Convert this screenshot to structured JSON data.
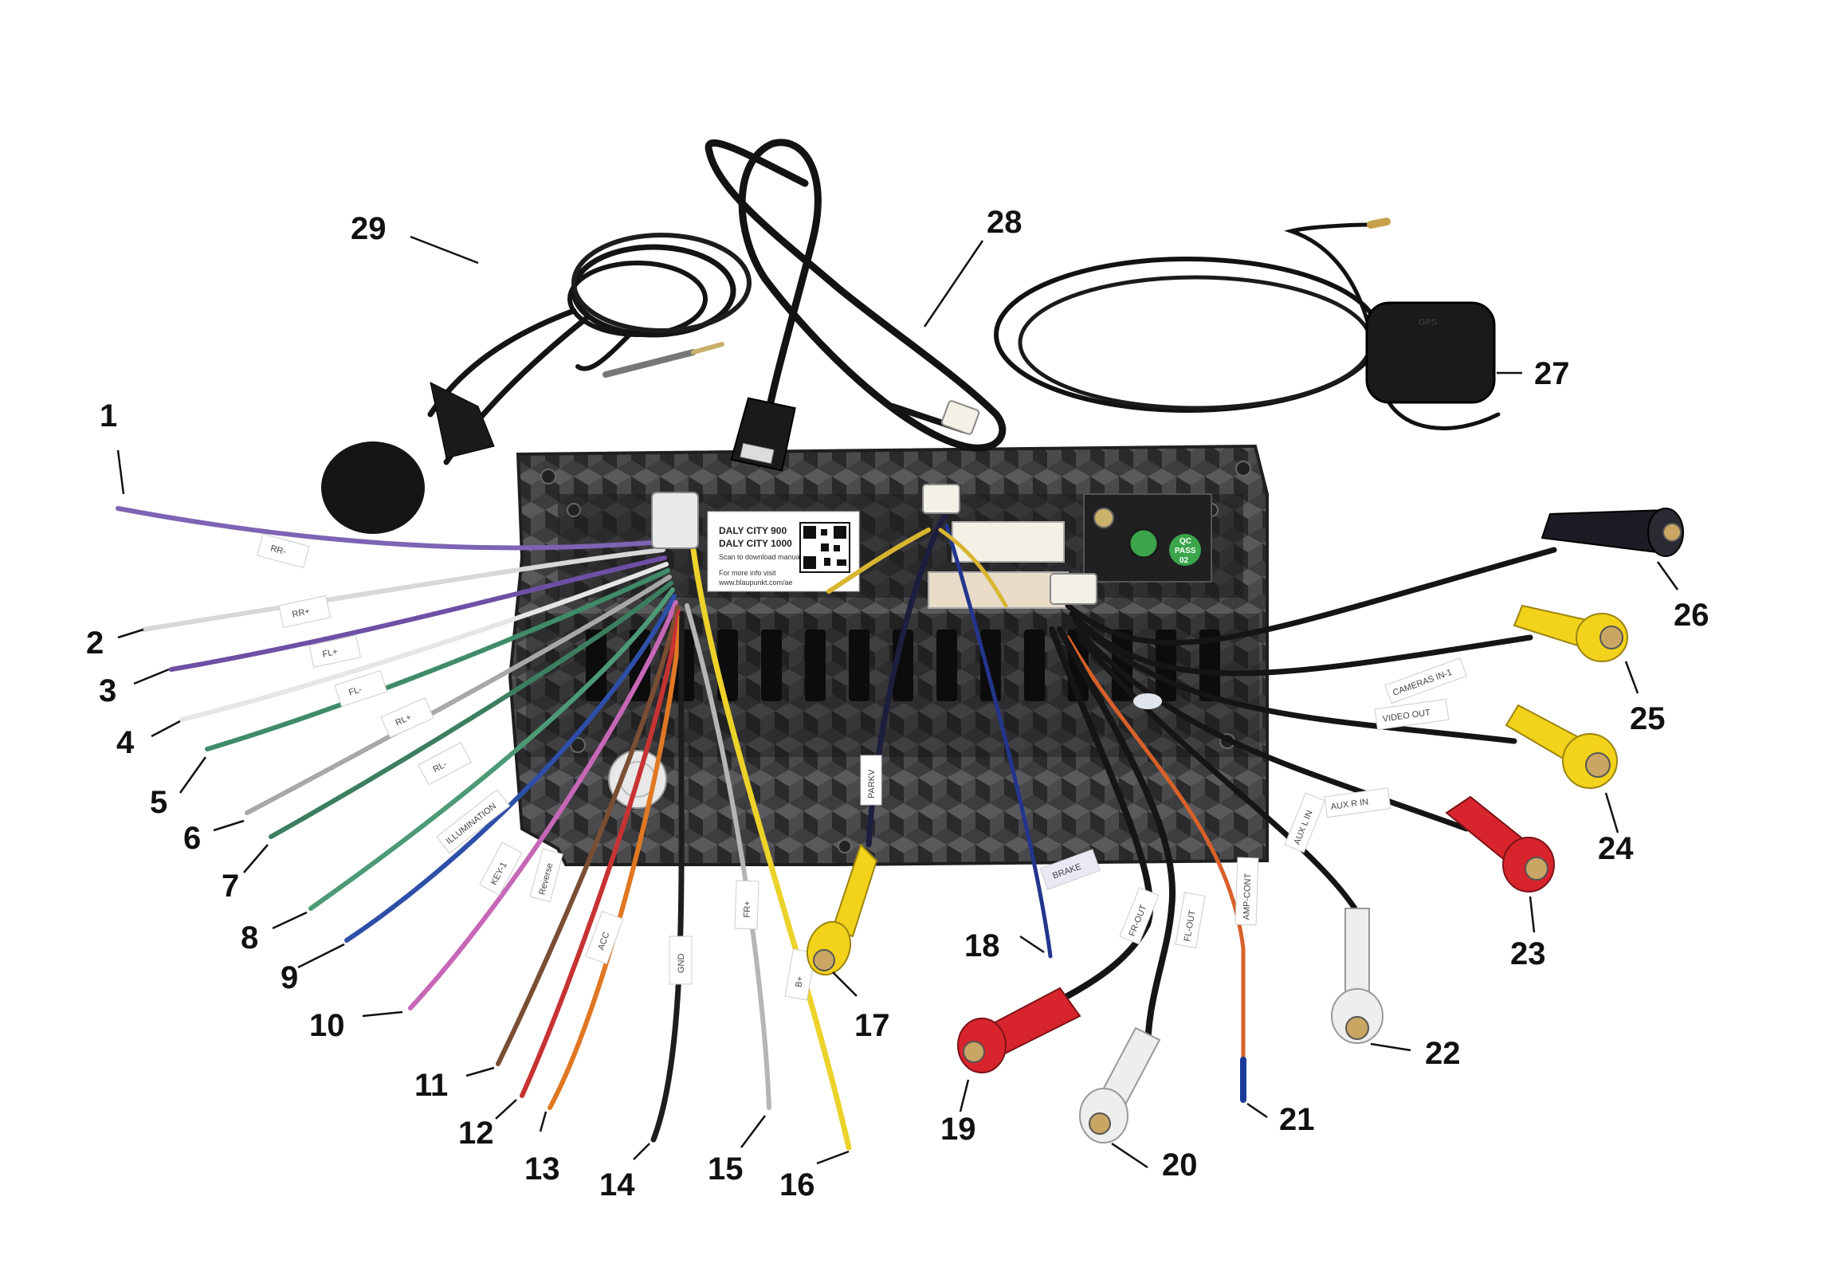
{
  "colors": {
    "unit_body": "#3a3a3c",
    "cable_black": "#151515",
    "rca_yellow": "#f2d21a",
    "rca_red": "#d8242c",
    "rca_white": "#ececec",
    "connector_white": "#f3f0e6",
    "badge_green": "#3aa54a"
  },
  "sticker": {
    "line1": "DALY CITY 900",
    "line2": "DALY CITY 1000",
    "line3": "Scan to download manual",
    "line4": "For more info visit",
    "line5": "www.blaupunkt.com/ae"
  },
  "badge": {
    "l1": "QC",
    "l2": "PASS",
    "l3": "02"
  },
  "gps_label": "GPS",
  "wire_tags": [
    "RR-",
    "RR+",
    "FL+",
    "FL-",
    "RL+",
    "RL-",
    "ILLUMINATION",
    "KEY-1",
    "Reverse",
    "ACC",
    "GND",
    "FR+",
    "B+",
    "PARKV",
    "BRAKE",
    "AUX R IN",
    "AUX L IN",
    "VIDEO OUT",
    "CAMERAS IN-1",
    "FR-OUT",
    "FL-OUT",
    "AMP-CONT"
  ],
  "callouts": [
    "1",
    "2",
    "3",
    "4",
    "5",
    "6",
    "7",
    "8",
    "9",
    "10",
    "11",
    "12",
    "13",
    "14",
    "15",
    "16",
    "17",
    "18",
    "19",
    "20",
    "21",
    "22",
    "23",
    "24",
    "25",
    "26",
    "27",
    "28",
    "29"
  ]
}
